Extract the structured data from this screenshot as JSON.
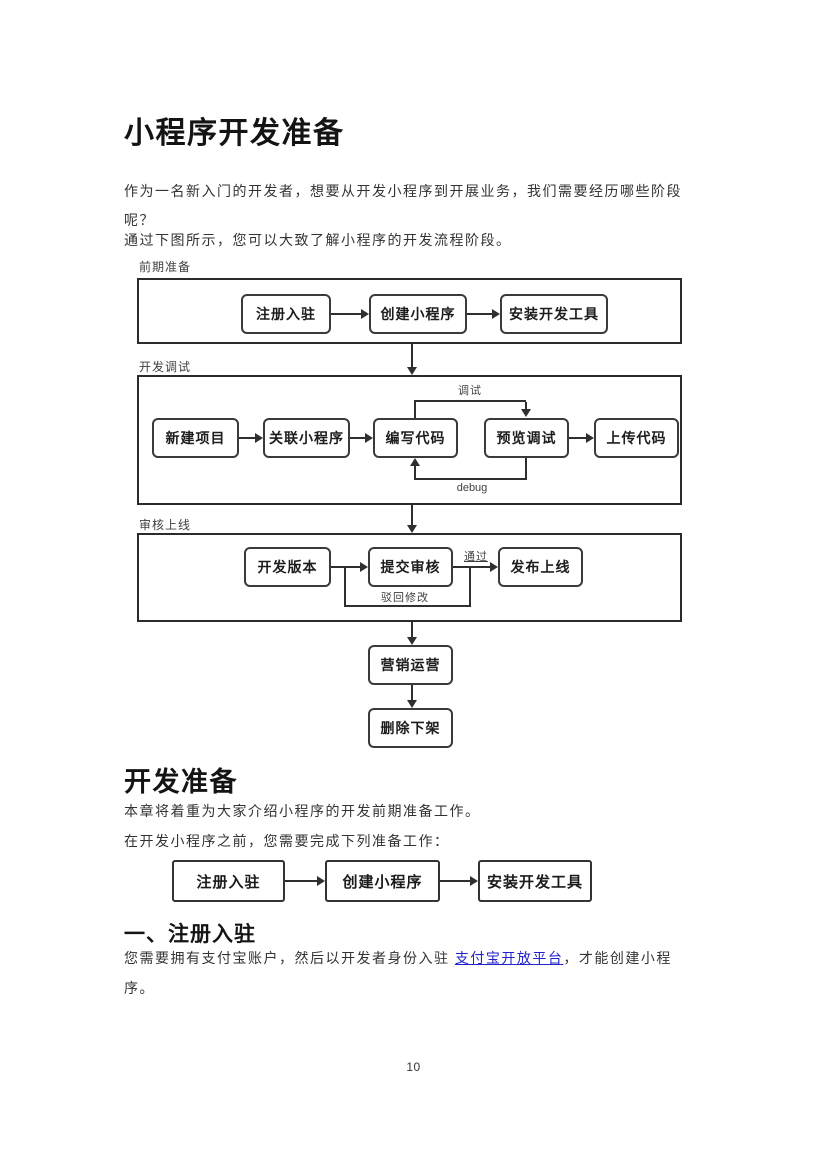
{
  "colors": {
    "link": "#2222cc",
    "diagram_line": "#2f2f2f"
  },
  "page": {
    "number": "10"
  },
  "article": {
    "title": "小程序开发准备",
    "intro": "作为一名新入门的开发者，想要从开发小程序到开展业务，我们需要经历哪些阶段\n呢？",
    "diagram_lead": "通过下图所示，您可以大致了解小程序的开发流程阶段。"
  },
  "diagram": {
    "stage1": {
      "label": "前期准备",
      "nodes": [
        "注册入驻",
        "创建小程序",
        "安装开发工具"
      ]
    },
    "stage2": {
      "label": "开发调试",
      "nodes": [
        "新建项目",
        "关联小程序",
        "编写代码",
        "预览调试",
        "上传代码"
      ],
      "loop_top_label": "调试",
      "loop_bottom_label": "debug"
    },
    "stage3": {
      "label": "审核上线",
      "nodes": [
        "开发版本",
        "提交审核",
        "发布上线"
      ],
      "pass_label": "通过",
      "reject_label": "驳回修改"
    },
    "tail": {
      "nodes": [
        "营销运营",
        "删除下架"
      ]
    }
  },
  "section_dev_prep": {
    "title": "开发准备",
    "p1": "本章将着重为大家介绍小程序的开发前期准备工作。",
    "p2": "在开发小程序之前，您需要完成下列准备工作：",
    "flow_nodes": [
      "注册入驻",
      "创建小程序",
      "安装开发工具"
    ]
  },
  "section_register": {
    "title": "一、注册入驻",
    "text_before_link": "您需要拥有支付宝账户，然后以开发者身份入驻 ",
    "link_text": "支付宝开放平台",
    "text_after_link": "，才能创建小程\n序。"
  }
}
